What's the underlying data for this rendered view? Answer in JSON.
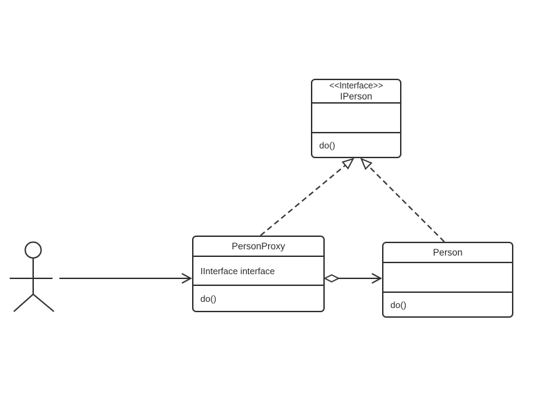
{
  "canvas": {
    "background": "#ffffff",
    "stroke_color": "#333333",
    "text_color": "#2b2b2b"
  },
  "nodes": {
    "iperson": {
      "stereotype": "<<Interface>>",
      "name": "IPerson",
      "attribute": "",
      "method": "do()"
    },
    "proxy": {
      "name": "PersonProxy",
      "attribute": "IInterface interface",
      "method": "do()"
    },
    "person": {
      "name": "Person",
      "attribute": "",
      "method": "do()"
    }
  },
  "actor": {
    "kind": "stick-figure"
  },
  "relations": [
    {
      "type": "association",
      "from": "actor",
      "to": "PersonProxy",
      "line": "solid",
      "head": "open-arrow"
    },
    {
      "type": "realization",
      "from": "PersonProxy",
      "to": "IPerson",
      "line": "dashed",
      "head": "hollow-triangle"
    },
    {
      "type": "realization",
      "from": "Person",
      "to": "IPerson",
      "line": "dashed",
      "head": "hollow-triangle"
    },
    {
      "type": "aggregation",
      "from": "PersonProxy",
      "to": "Person",
      "line": "solid",
      "tail": "hollow-diamond",
      "head": "open-arrow"
    }
  ]
}
